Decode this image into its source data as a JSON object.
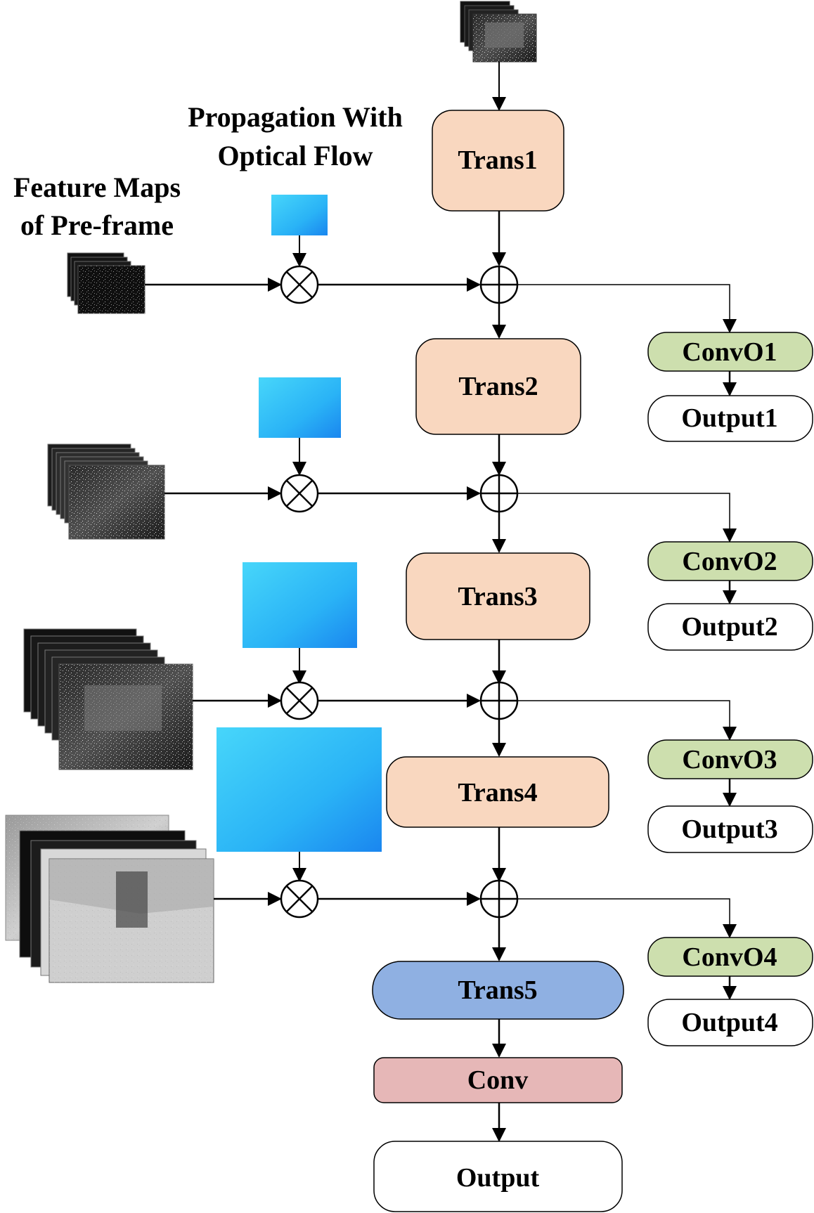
{
  "labels": {
    "propagation": [
      "Propagation With",
      "Optical Flow"
    ],
    "feature_maps": [
      "Feature Maps",
      "of Pre-frame"
    ]
  },
  "blocks": {
    "trans1": "Trans1",
    "trans2": "Trans2",
    "trans3": "Trans3",
    "trans4": "Trans4",
    "trans5": "Trans5",
    "conv": "Conv",
    "output": "Output"
  },
  "side_outputs": [
    {
      "conv": "ConvO1",
      "output": "Output1"
    },
    {
      "conv": "ConvO2",
      "output": "Output2"
    },
    {
      "conv": "ConvO3",
      "output": "Output3"
    },
    {
      "conv": "ConvO4",
      "output": "Output4"
    }
  ],
  "colors": {
    "trans_fill": "#f9d7bf",
    "trans5_fill": "#8fb0e2",
    "conv_fill": "#e6b7b7",
    "convo_fill": "#cddfae",
    "flow_light": "#3fd3f8",
    "flow_dark": "#1e8ff2",
    "stroke": "#000000"
  }
}
